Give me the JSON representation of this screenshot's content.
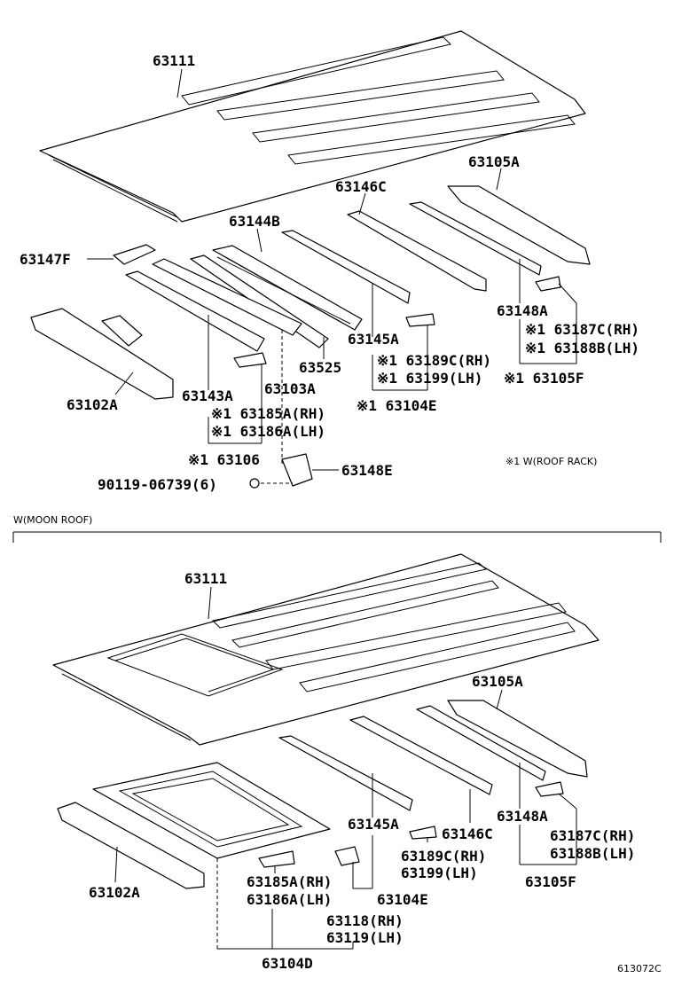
{
  "top": {
    "roof_panel": "63111",
    "rear_bow": "63105A",
    "bow_c": "63146C",
    "bow_b": "63144B",
    "bracket_f": "63147F",
    "front_header": "63102A",
    "bow_a": "63143A",
    "bow_103": "63103A",
    "part_63525": "63525",
    "bow_145": "63145A",
    "part_148a": "63148A",
    "part_187c": "※1 63187C(RH)",
    "part_188b": "※1 63188B(LH)",
    "part_189c": "※1 63189C(RH)",
    "part_199": "※1 63199(LH)",
    "part_105f": "※1 63105F",
    "part_104e": "※1 63104E",
    "part_185a": "※1 63185A(RH)",
    "part_186a": "※1 63186A(LH)",
    "part_106": "※1 63106",
    "part_148e": "63148E",
    "bolt": "90119-06739(6)",
    "note": "※1 W(ROOF RACK)"
  },
  "section_label": "W(MOON ROOF)",
  "bottom": {
    "roof_panel": "63111",
    "rear_bow": "63105A",
    "bow_145": "63145A",
    "bow_146c": "63146C",
    "part_148a": "63148A",
    "part_187c": "63187C(RH)",
    "part_188b": "63188B(LH)",
    "part_189c": "63189C(RH)",
    "part_199": "63199(LH)",
    "part_105f": "63105F",
    "front_header": "63102A",
    "part_185a": "63185A(RH)",
    "part_186a": "63186A(LH)",
    "part_104e": "63104E",
    "part_118": "63118(RH)",
    "part_119": "63119(LH)",
    "part_104d": "63104D"
  },
  "figure_id": "613072C"
}
